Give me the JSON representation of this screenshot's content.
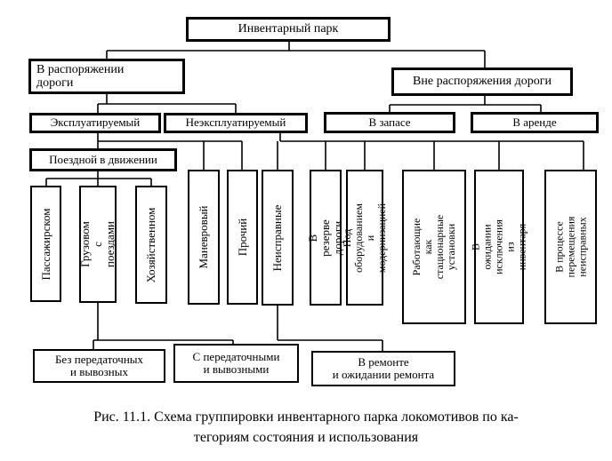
{
  "root": "Инвентарный парк",
  "branch_road": "В распоряжении\nдороги",
  "branch_outside": "Вне распоряжения дороги",
  "operated": "Эксплуатируемый",
  "non_operated": "Неэксплуатируемый",
  "in_reserve": "В запасе",
  "rented": "В аренде",
  "train_moving": "Поездной в движении",
  "passenger": "Пассажирском",
  "freight": "Грузовом\nс поездами",
  "economic": "Хозяйственном",
  "shunting": "Маневровый",
  "other": "Прочий",
  "faulty": "Неисправные",
  "road_reserve": "В резерве дороги",
  "modernization": "Под оборудованием\nи модернизацией",
  "stationary": "Работающие как\nстационарные\nустановки",
  "awaiting_exclusion": "В ожидании\nисключения\nиз инвентаря",
  "transfer_faulty": "В процессе\nперемещения\nнеисправных",
  "without_transfer": "Без передаточных\nи вывозных",
  "with_transfer": "С передаточными\nи вывозными",
  "repair": "В ремонте\nи ожидании ремонта",
  "caption": "Рис. 11.1. Схема группировки инвентарного парка локомотивов по ка-\nтегориям состояния и использования"
}
